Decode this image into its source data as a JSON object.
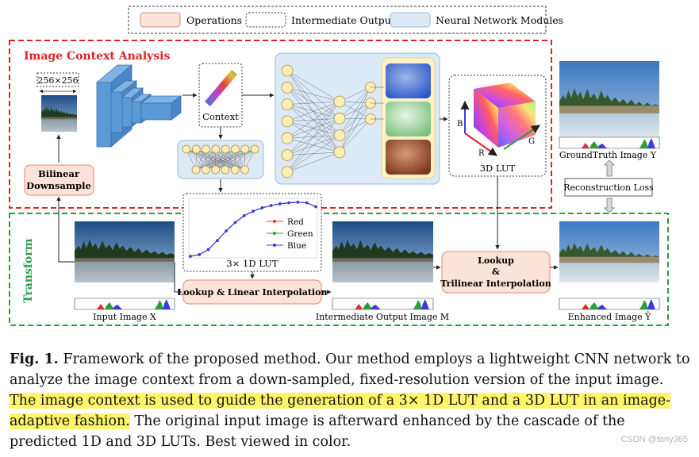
{
  "legend": {
    "operations": "Operations",
    "intermediate": "Intermediate Outputs",
    "modules": "Neural Network Modules"
  },
  "context_analysis": {
    "title": "Image Context Analysis",
    "size_label": "256×256",
    "downsample": [
      "Bilinear",
      "Downsample"
    ],
    "context_label": "Context",
    "lut3d_label": "3D LUT",
    "axis_b": "B",
    "axis_r": "R",
    "axis_g": "G"
  },
  "transform": {
    "title": "Transform",
    "lut1d_label": "3× 1D LUT",
    "curve_legend": [
      "Red",
      "Green",
      "Blue"
    ],
    "lookup_linear": "Lookup & Linear Interpolation",
    "lookup_trilinear": [
      "Lookup",
      "&",
      "Trilinear Interpolation"
    ],
    "input_caption": "Input Image X",
    "intermediate_caption": "Intermediate Output Image M",
    "enhanced_caption": "Enhanced Image Ŷ"
  },
  "groundtruth_caption": "GroundTruth Image Y",
  "loss_label": "Reconstruction Loss",
  "caption": {
    "fig_label": "Fig. 1.",
    "part1": " Framework of the proposed method. Our method employs a lightweight CNN network to analyze the image context from a down-sampled, fixed-resolution version of the input image. ",
    "highlight": "The image context is used to guide the generation of a 3× 1D LUT and a 3D LUT in an image-adaptive fashion.",
    "part2": " The original input image is afterward enhanced by the cascade of the predicted 1D and 3D LUTs. Best viewed in color."
  },
  "watermark": "CSDN @tony365",
  "colors": {
    "context_border": "#d9252a",
    "transform_border": "#2a9d49",
    "operation_fill": "#fbe3da",
    "module_fill": "#dce9f6",
    "cnn_blue": "#5b9bd5"
  },
  "chart_data": {
    "type": "line",
    "series": [
      {
        "name": "Red",
        "values": [
          0.0,
          0.03,
          0.12,
          0.28,
          0.45,
          0.6,
          0.72,
          0.8,
          0.86,
          0.9,
          0.93,
          0.95,
          0.96,
          0.95,
          0.88
        ]
      },
      {
        "name": "Green",
        "values": [
          0.0,
          0.03,
          0.12,
          0.28,
          0.45,
          0.6,
          0.72,
          0.8,
          0.86,
          0.9,
          0.93,
          0.95,
          0.96,
          0.95,
          0.88
        ]
      },
      {
        "name": "Blue",
        "values": [
          0.0,
          0.03,
          0.12,
          0.28,
          0.45,
          0.6,
          0.72,
          0.8,
          0.86,
          0.9,
          0.93,
          0.95,
          0.96,
          0.95,
          0.88
        ]
      }
    ],
    "colors": [
      "#e23b3b",
      "#2e9d3a",
      "#3a3ae0"
    ],
    "legend_position": "middle-right"
  }
}
